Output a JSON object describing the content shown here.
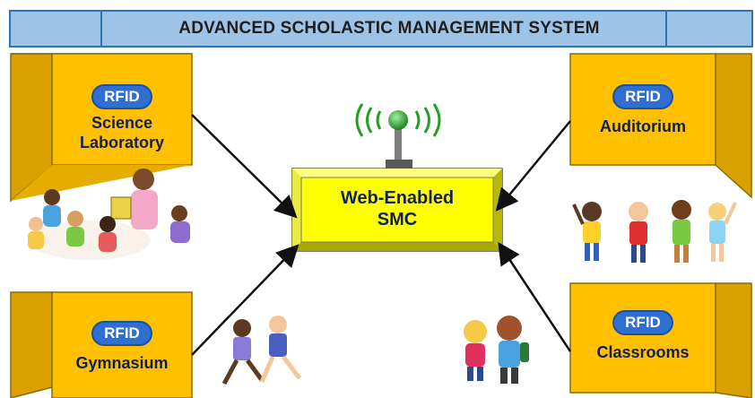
{
  "banner": {
    "title": "ADVANCED SCHOLASTIC MANAGEMENT SYSTEM"
  },
  "hub": {
    "line1": "Web-Enabled",
    "line2": "SMC"
  },
  "rooms": {
    "science": {
      "tag": "RFID",
      "line1": "Science",
      "line2": "Laboratory"
    },
    "auditorium": {
      "tag": "RFID",
      "line1": "Auditorium"
    },
    "gymnasium": {
      "tag": "RFID",
      "line1": "Gymnasium"
    },
    "classrooms": {
      "tag": "RFID",
      "line1": "Classrooms"
    }
  },
  "colors": {
    "box_front": "#ffc000",
    "box_side": "#d9a000",
    "hub_face": "#ffff00",
    "rfid_badge": "#2f6fd1",
    "banner_fill": "#9dc3e6",
    "banner_border": "#2e75b6",
    "antenna_light": "#2aa52a"
  },
  "icons": {
    "antenna": "wireless-antenna-icon",
    "reading_group": "students-reading-icon",
    "cheering_kids": "cheering-children-icon",
    "runners": "running-athletes-icon",
    "walking_kids": "schoolchildren-walking-icon"
  }
}
